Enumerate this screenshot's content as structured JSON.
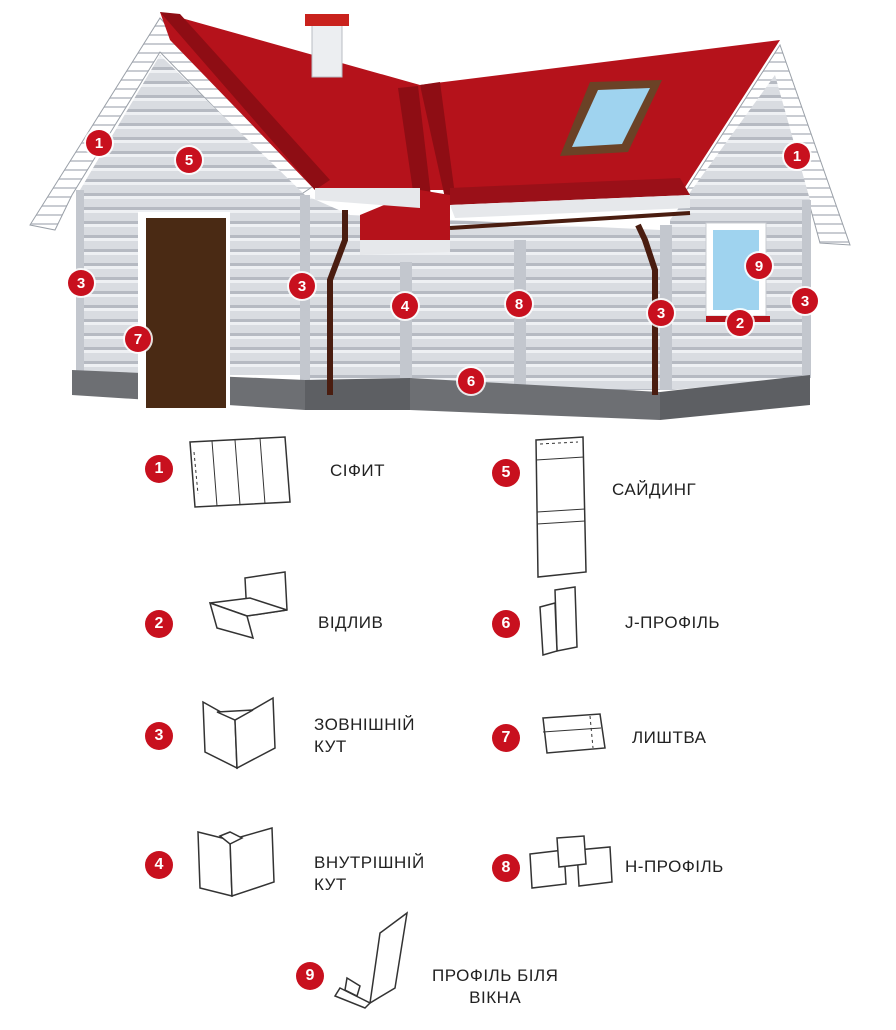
{
  "colors": {
    "roof": "#b5121b",
    "roof_dark": "#8e0d14",
    "siding": "#d7dadf",
    "siding_line": "#b8bcc4",
    "plinth": "#6d6f73",
    "door": "#4a2a14",
    "gutter": "#4a1d10",
    "badge": "#c8101e"
  },
  "house_markers": [
    {
      "num": "1",
      "name": "soffit-left"
    },
    {
      "num": "5",
      "name": "siding"
    },
    {
      "num": "1",
      "name": "soffit-right"
    },
    {
      "num": "9",
      "name": "window-profile"
    },
    {
      "num": "3",
      "name": "outer-corner-left"
    },
    {
      "num": "3",
      "name": "outer-corner-middle"
    },
    {
      "num": "4",
      "name": "inner-corner"
    },
    {
      "num": "8",
      "name": "h-profile"
    },
    {
      "num": "3",
      "name": "outer-corner-downpipe"
    },
    {
      "num": "2",
      "name": "window-sill"
    },
    {
      "num": "3",
      "name": "outer-corner-right"
    },
    {
      "num": "7",
      "name": "trim"
    },
    {
      "num": "6",
      "name": "j-profile"
    }
  ],
  "legend": [
    {
      "num": "1",
      "line1": "СІФИТ",
      "line2": ""
    },
    {
      "num": "5",
      "line1": "САЙДИНГ",
      "line2": ""
    },
    {
      "num": "2",
      "line1": "ВІДЛИВ",
      "line2": ""
    },
    {
      "num": "6",
      "line1": "J-ПРОФІЛЬ",
      "line2": ""
    },
    {
      "num": "3",
      "line1": "ЗОВНІШНІЙ",
      "line2": "КУТ"
    },
    {
      "num": "7",
      "line1": "ЛИШТВА",
      "line2": ""
    },
    {
      "num": "4",
      "line1": "ВНУТРІШНІЙ",
      "line2": "КУТ"
    },
    {
      "num": "8",
      "line1": "H-ПРОФІЛЬ",
      "line2": ""
    },
    {
      "num": "9",
      "line1": "ПРОФІЛЬ БІЛЯ",
      "line2": "ВІКНА"
    }
  ]
}
